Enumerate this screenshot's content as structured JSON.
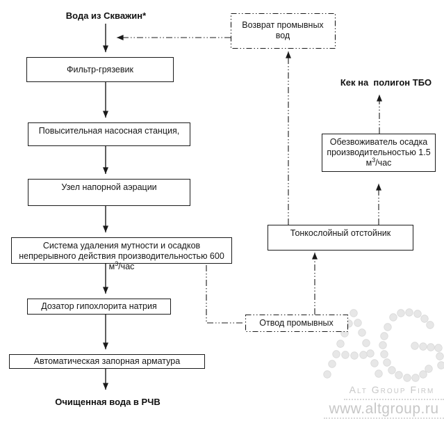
{
  "diagram": {
    "source_label": "Вода из Скважин*",
    "output_label": "Очищенная вода в РЧВ",
    "cake_label": "Кек на  полигон ТБО",
    "boxes": {
      "filter": "Фильтр-грязевик",
      "pump": "Повысительная насосная станция,",
      "aeration": "Узел напорной аэрации",
      "turbidity_pre": "Система удаления мутности и осадков непрерывного действия производительностью 600 м",
      "turbidity_sup": "3",
      "turbidity_post": "/час",
      "dosing": "Дозатор гипохлорита натрия",
      "valve": "Автоматическая запорная арматура",
      "return_wash": "Возврат промывных вод",
      "settler": "Тонкослойный отстойник",
      "dewaterer_pre": "Обезвоживатель осадка производительностью 1.5 м",
      "dewaterer_sup": "3",
      "dewaterer_post": "/час",
      "drain": "Отвод промывных"
    }
  },
  "watermark": {
    "logo": "AG",
    "firm": "Alt Group Firm",
    "site": "www.altgroup.ru"
  },
  "colors": {
    "line": "#1a1a1a",
    "box_border": "#1a1a1a",
    "box_bg": "#ffffff",
    "watermark_text": "#c7c7c7",
    "watermark_dot": "#e7e7e7"
  }
}
